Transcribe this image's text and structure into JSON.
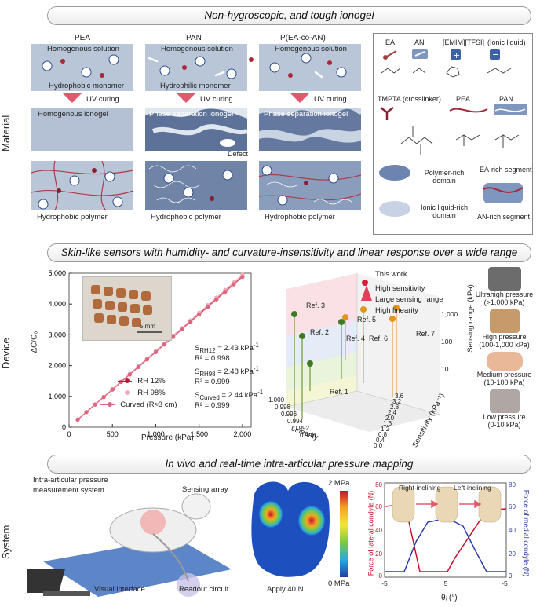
{
  "banners": {
    "material": "Non-hygroscopic, and tough ionogel",
    "device": "Skin-like sensors with humidity- and curvature-insensitivity and linear response over a wide range",
    "system": "In vivo and real-time intra-articular pressure mapping"
  },
  "side_labels": {
    "material": "Material",
    "device": "Device",
    "system": "System"
  },
  "material": {
    "columns": [
      {
        "title": "PEA",
        "solution": "Homogenous solution",
        "monomer": "Hydrophobic monomer",
        "curing": "UV curing",
        "gel": "Homogenous ionogel",
        "polymer": "Hydrophobic polymer"
      },
      {
        "title": "PAN",
        "solution": "Homogenous solution",
        "monomer": "Hydrophilic monomer",
        "curing": "UV curing",
        "gel": "Phase separation ionogel",
        "polymer": "Hydrophobic polymer",
        "defect": "Defect"
      },
      {
        "title": "P(EA-co-AN)",
        "solution": "Homogenous solution",
        "curing": "UV curing",
        "gel": "Phase separation ionogel",
        "polymer": "Hydrophobic polymer"
      }
    ],
    "legend": {
      "ea": "EA",
      "an": "AN",
      "il": "[EMIM][TFSI]",
      "il_note": "(Ionic liquid)",
      "tmpta": "TMPTA (crosslinker)",
      "pea": "PEA",
      "pan": "PAN",
      "polymer_domain": "Polymer-rich domain",
      "il_domain": "Ionic liquid-rich domain",
      "ea_segment": "EA-rich segment",
      "an_segment": "AN-rich segment"
    }
  },
  "chart_data": {
    "type": "scatter",
    "xlabel": "Pressure (kPa)",
    "ylabel": "ΔC/C₀",
    "xlim": [
      0,
      2100
    ],
    "ylim": [
      0,
      5000
    ],
    "x_ticks": [
      "0",
      "500",
      "1,000",
      "1,500",
      "2,000"
    ],
    "y_ticks": [
      "0",
      "1,000",
      "2,000",
      "3,000",
      "4,000",
      "5,000"
    ],
    "x": [
      100,
      200,
      300,
      400,
      500,
      600,
      700,
      800,
      900,
      1000,
      1100,
      1200,
      1300,
      1400,
      1500,
      1600,
      1700,
      1800,
      1900,
      2000
    ],
    "series": [
      {
        "name": "RH 12%",
        "color": "#c0183a",
        "values": [
          245,
          490,
          735,
          980,
          1225,
          1470,
          1715,
          1960,
          2205,
          2450,
          2695,
          2940,
          3185,
          3430,
          3675,
          3920,
          4165,
          4410,
          4655,
          4900
        ]
      },
      {
        "name": "RH 98%",
        "color": "#f0a9b8",
        "values": [
          250,
          495,
          745,
          990,
          1240,
          1485,
          1735,
          1980,
          2230,
          2480,
          2725,
          2975,
          3220,
          3470,
          3715,
          3965,
          4210,
          4460,
          4705,
          4955
        ]
      },
      {
        "name": "Curved (R≈3 cm)",
        "color": "#e0657f",
        "values": [
          245,
          490,
          735,
          975,
          1220,
          1465,
          1710,
          1955,
          2200,
          2440,
          2685,
          2930,
          3175,
          3420,
          3660,
          3905,
          4150,
          4395,
          4640,
          4880
        ]
      }
    ],
    "annotations": [
      "S<sub>RH12</sub> = 2.43 kPa<sup>-1</sup>",
      "R² = 0.998",
      "S<sub>RH98</sub> = 2.48 kPa<sup>-1</sup>",
      "R² = 0.999",
      "S<sub>Curved</sub> = 2.44 kPa<sup>-1</sup>",
      "R² = 0.999"
    ],
    "scale_label": "5 mm"
  },
  "comparison3d": {
    "this_work": "This work",
    "features": [
      "High sensitivity",
      "Large sensing range",
      "High linearity"
    ],
    "refs": [
      "Ref. 1",
      "Ref. 2",
      "Ref. 3",
      "Ref. 4",
      "Ref. 5",
      "Ref. 6",
      "Ref. 7"
    ],
    "linearity_label": "Linearity",
    "linearity_ticks": [
      "1.000",
      "0.998",
      "0.996",
      "0.994",
      "0.992",
      "0.990"
    ],
    "sensitivity_label": "Sensitivity (kPa⁻¹)",
    "sensitivity_ticks": [
      "0.0",
      "0.4",
      "0.8",
      "1.2",
      "1.6",
      "2.0",
      "2.4",
      "2.8",
      "3.2",
      "3.6"
    ],
    "range_label": "Sensing range (kPa)",
    "range_ticks": [
      "10",
      "100",
      "1,000"
    ]
  },
  "pressure_levels": [
    {
      "name": "Ultrahigh pressure",
      "range": "(>1,000 kPa)"
    },
    {
      "name": "High pressure",
      "range": "(100-1,000 kPa)"
    },
    {
      "name": "Medium pressure",
      "range": "(10-100 kPa)"
    },
    {
      "name": "Low pressure",
      "range": "(0-10 kPa)"
    }
  ],
  "system": {
    "title_line1": "Intra-articular pressure",
    "title_line2": "measurement system",
    "sensing_array": "Sensing array",
    "visual_interface": "Visual interface",
    "readout": "Readout circuit",
    "map_caption": "Apply 40 N",
    "scale_max": "2 MPa",
    "scale_min": "0 MPa"
  },
  "force_chart": {
    "left_ylabel": "Force of lateral condyle (N)",
    "right_ylabel": "Force of medial condyle (N)",
    "xlabel": "θᵢ (°)",
    "x_ticks": [
      "-5",
      "5",
      "-5"
    ],
    "y_ticks": [
      "0",
      "20",
      "40",
      "60",
      "80"
    ],
    "right_inclining": "Right-inclining",
    "left_inclining": "Left-inclining"
  }
}
